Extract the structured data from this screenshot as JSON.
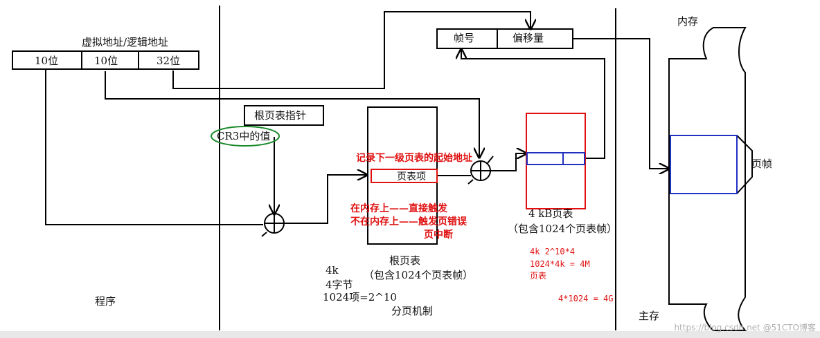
{
  "virtual_address": {
    "title": "虚拟地址/逻辑地址",
    "fields": [
      "10位",
      "10位",
      "32位"
    ]
  },
  "frame_register": {
    "frame_no": "帧号",
    "offset": "偏移量"
  },
  "root_pointer": {
    "label": "根页表指针",
    "cr3": "CR3中的值"
  },
  "root_table": {
    "entry": "页表项",
    "entry_note": "记录下一级页表的起始地址",
    "note_line1": "在内存上——直接触发",
    "note_line2": "不在内存上——触发页错误",
    "note_line3": "页中断",
    "caption1": "根页表",
    "caption2": "（包含1024个页表帧）"
  },
  "page_table": {
    "caption1": "4  kB页表",
    "caption2": "（包含1024个页表帧）",
    "calc1": "4k 2^10*4",
    "calc2": "1024*4k = 4M",
    "calc3": "页表",
    "calc4": "4*1024 = 4G"
  },
  "size_notes": {
    "line1": "4k",
    "line2": "4字节",
    "line3": "1024项=2^10"
  },
  "sections": {
    "program": "程序",
    "paging": "分页机制",
    "main_memory": "主存"
  },
  "memory": {
    "title": "内存",
    "frame": "页帧"
  },
  "watermark": "https://blog.csdn.net  @51CTO博客"
}
